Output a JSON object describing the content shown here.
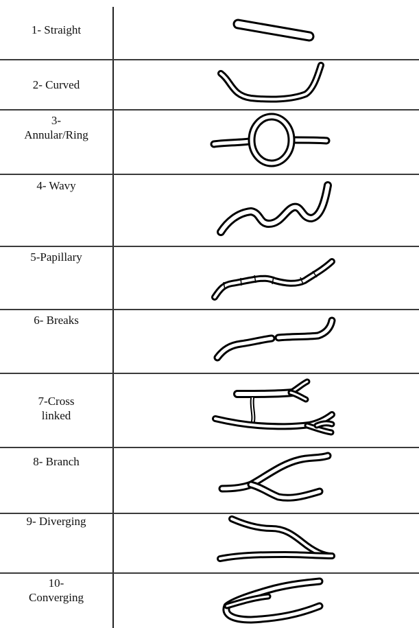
{
  "rows": [
    {
      "label": "1- Straight",
      "shape_icon": "straight-tube-icon"
    },
    {
      "label": "2- Curved",
      "shape_icon": "curved-tube-icon"
    },
    {
      "label": "3-\nAnnular/Ring",
      "shape_icon": "annular-ring-tube-icon"
    },
    {
      "label": "4- Wavy",
      "shape_icon": "wavy-tube-icon"
    },
    {
      "label": "5-Papillary",
      "shape_icon": "papillary-tube-icon"
    },
    {
      "label": "6- Breaks",
      "shape_icon": "breaks-tube-icon"
    },
    {
      "label": "7-Cross\nlinked",
      "shape_icon": "cross-linked-tube-icon"
    },
    {
      "label": "8- Branch",
      "shape_icon": "branch-tube-icon"
    },
    {
      "label": "9- Diverging",
      "shape_icon": "diverging-tube-icon"
    },
    {
      "label": "10-\nConverging",
      "shape_icon": "converging-tube-icon"
    }
  ]
}
